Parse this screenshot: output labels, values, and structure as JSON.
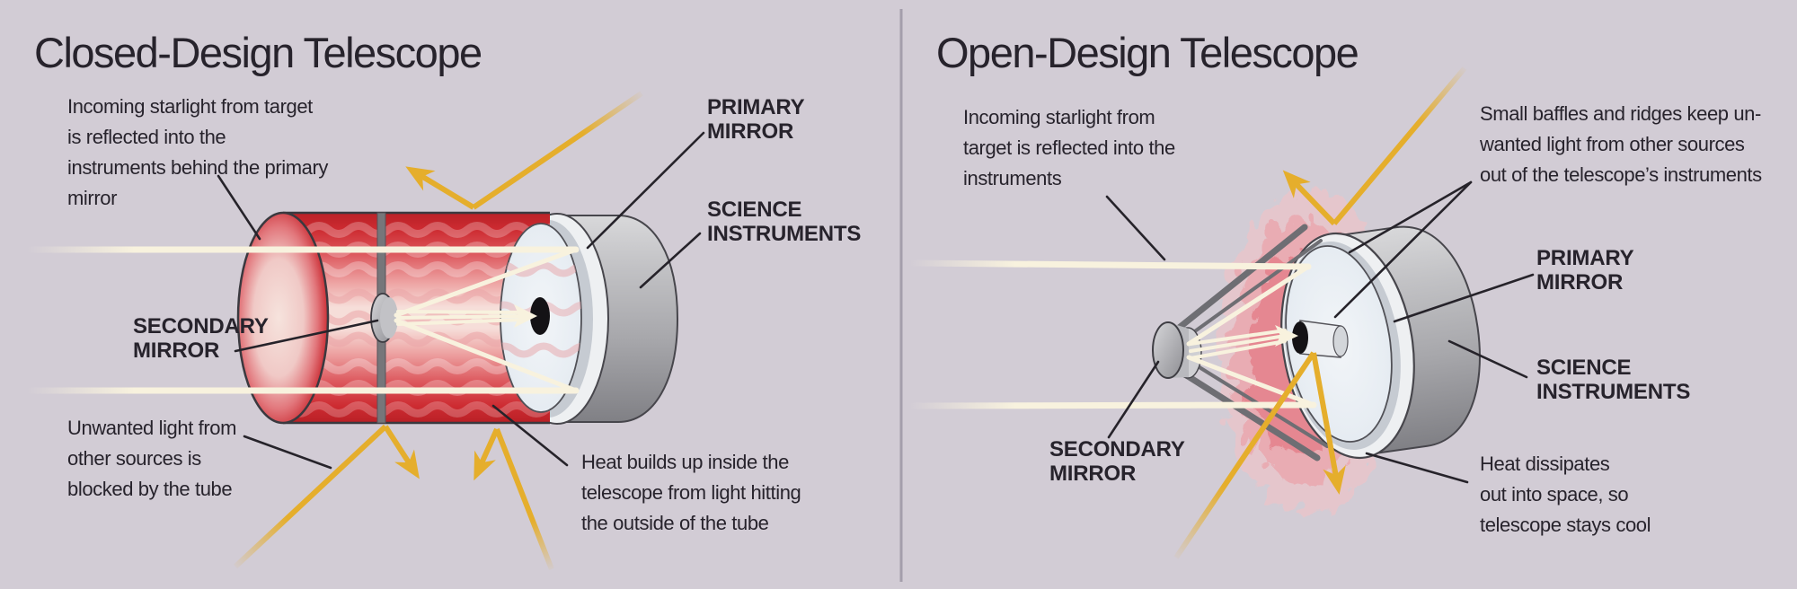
{
  "colors": {
    "bg": "#d2ccd5",
    "text": "#27232c",
    "yellow": "#e5ae2c",
    "beam": "#f8f2de",
    "red-deep": "#bf2228",
    "red-mid": "#e0666c",
    "red-pale": "#f5e0dc",
    "gray-light": "#c9c9cc",
    "gray-dark": "#8b8b8f",
    "outline": "#47464c",
    "face-pale": "#e9eef3",
    "heat-outer": "#f2c3c7",
    "heat-mid": "#eb9ba3",
    "heat-inner": "#e3707b",
    "divider": "#a49eab",
    "strut": "#6e6e73"
  },
  "closed": {
    "title": "Closed-Design Telescope",
    "note_incoming": "Incoming starlight from target\nis reflected into the\ninstruments behind the primary\nmirror",
    "label_primary": "PRIMARY\nMIRROR",
    "label_science": "SCIENCE\nINSTRUMENTS",
    "label_secondary": "SECONDARY\nMIRROR",
    "note_unwanted": "Unwanted light from\nother sources is\nblocked by the tube",
    "note_heat": "Heat builds up inside the\ntelescope from light hitting\nthe outside of the tube"
  },
  "open": {
    "title": "Open-Design Telescope",
    "note_incoming": "Incoming starlight from\ntarget is reflected into the\ninstruments",
    "note_baffles": "Small baffles and ridges keep un-\nwanted light from other sources\nout of the telescope’s instruments",
    "label_primary": "PRIMARY\nMIRROR",
    "label_science": "SCIENCE\nINSTRUMENTS",
    "label_secondary": "SECONDARY\nMIRROR",
    "note_heat": "Heat dissipates\nout into space, so\ntelescope stays cool"
  }
}
